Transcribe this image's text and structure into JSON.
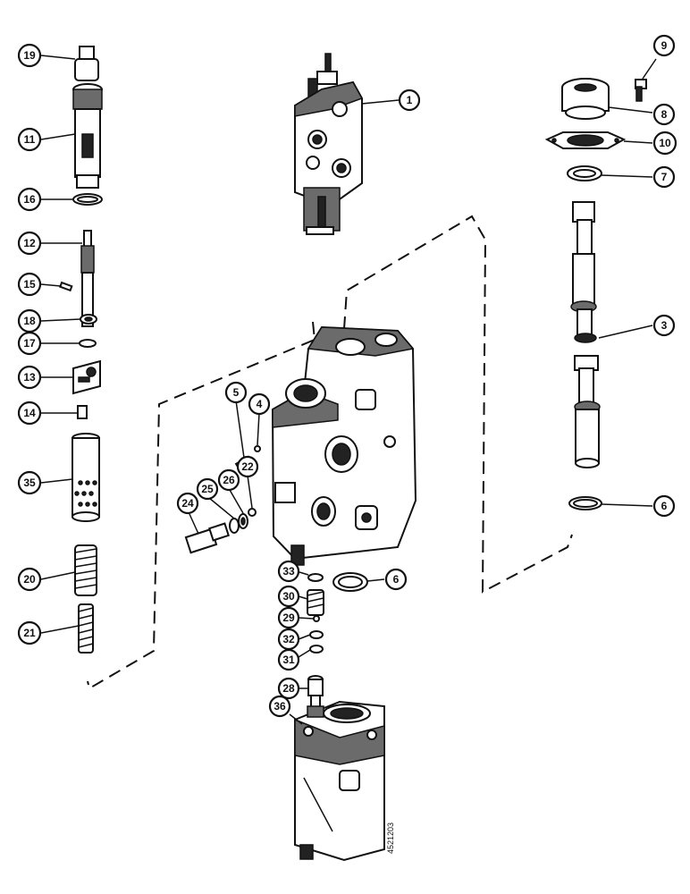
{
  "callouts": {
    "c1": "1",
    "c3": "3",
    "c4": "4",
    "c5": "5",
    "c6a": "6",
    "c6b": "6",
    "c7": "7",
    "c8": "8",
    "c9": "9",
    "c10": "10",
    "c11": "11",
    "c12": "12",
    "c13": "13",
    "c14": "14",
    "c15": "15",
    "c16": "16",
    "c17": "17",
    "c18": "18",
    "c19": "19",
    "c20": "20",
    "c21": "21",
    "c22": "22",
    "c24": "24",
    "c25": "25",
    "c26": "26",
    "c28": "28",
    "c29": "29",
    "c30": "30",
    "c31": "31",
    "c32": "32",
    "c33": "33",
    "c35": "35",
    "c36": "36"
  },
  "drawing_code": "4521203"
}
